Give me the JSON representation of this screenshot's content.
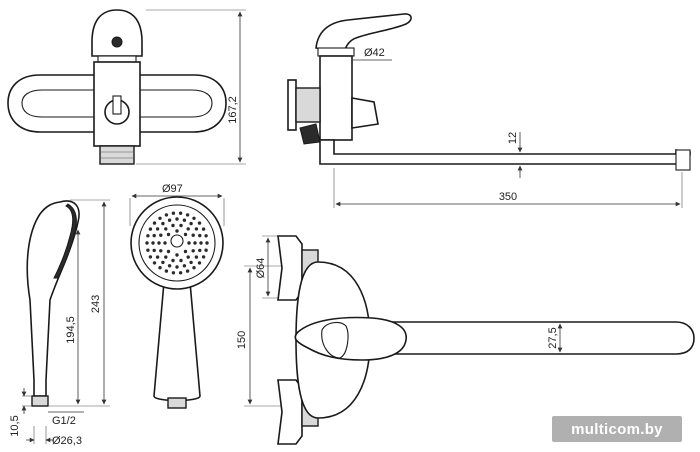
{
  "dimensions": {
    "height_total": "167,2",
    "body_diameter": "Ø42",
    "spout_height": "12",
    "spout_length": "350",
    "head_diameter": "Ø97",
    "flange_diameter": "Ø64",
    "wall_spacing": "150",
    "spout_thickness": "27,5",
    "shower_length": "243",
    "shower_body_length": "194,5",
    "thread_height": "10,5",
    "thread": "G1/2",
    "handle_diameter": "Ø26,3"
  },
  "watermark": "multicom.by"
}
